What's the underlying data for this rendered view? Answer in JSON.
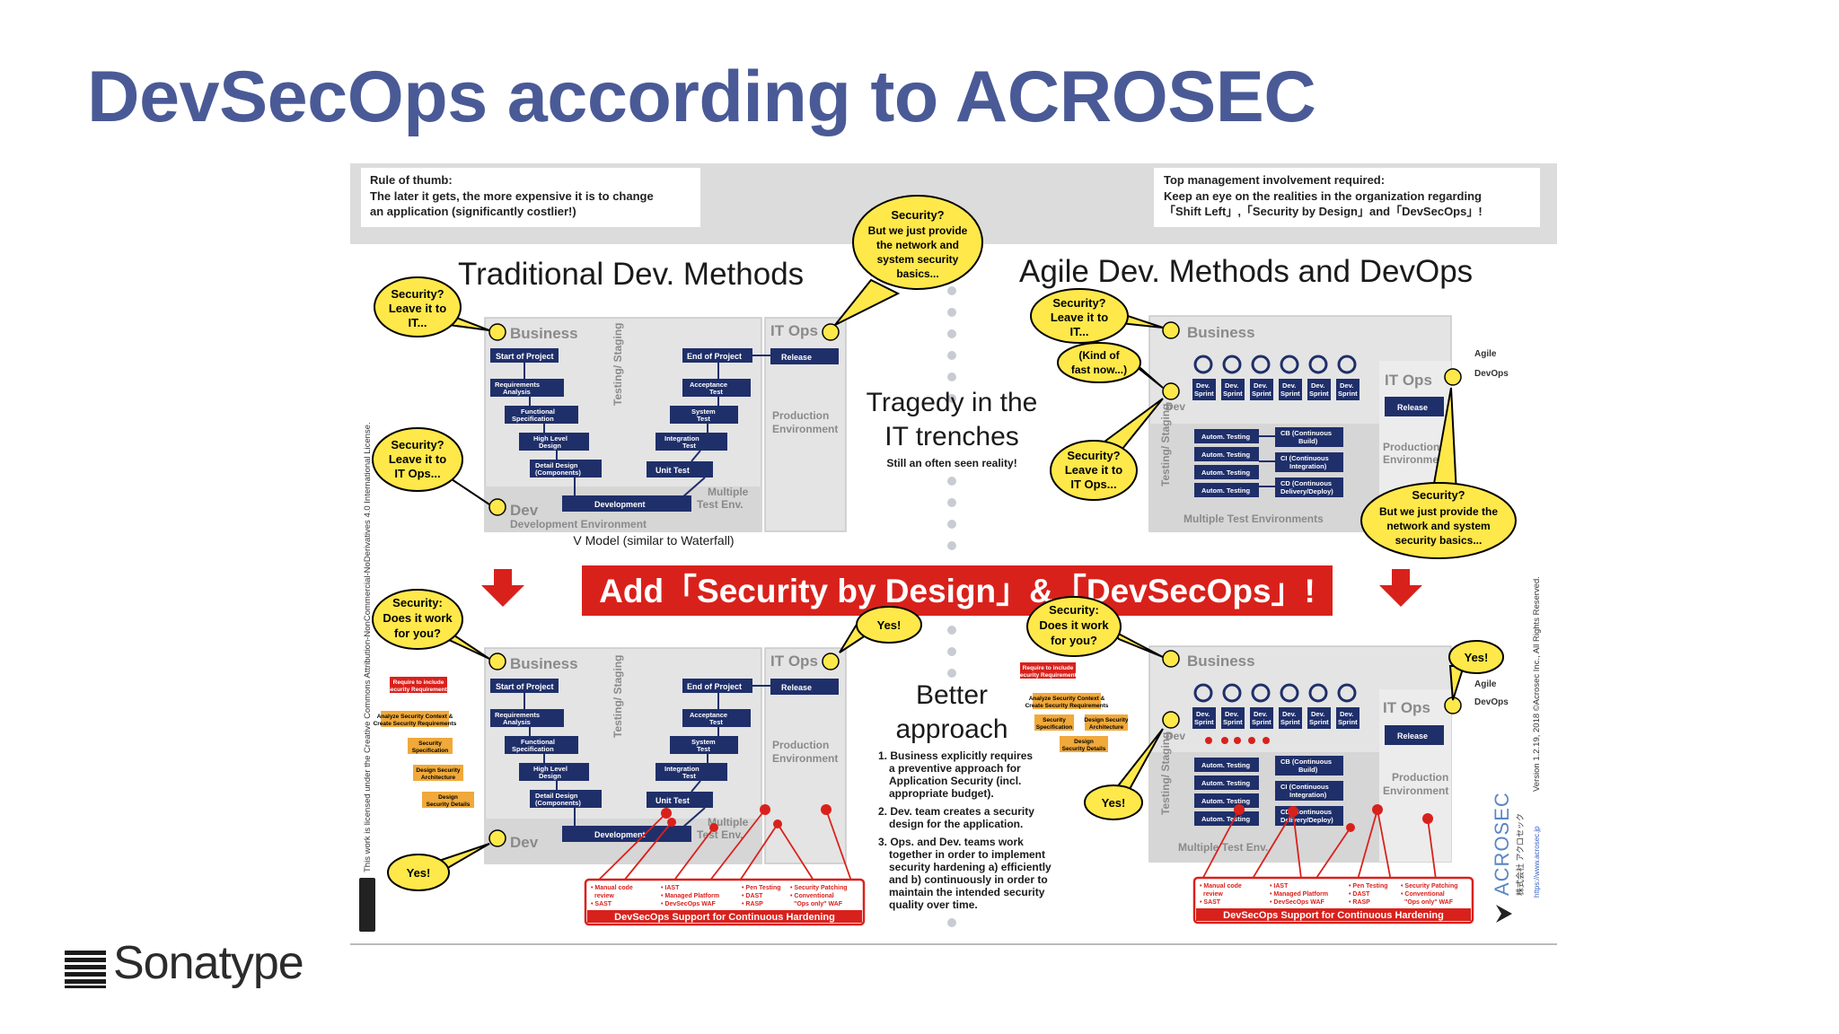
{
  "slide": {
    "title": "DevSecOps according to ACROSEC",
    "brand": "Sonatype"
  },
  "colors": {
    "title": "#4a5a96",
    "navy_box": "#1f2f6a",
    "bubble_yellow": "#ffe84a",
    "red_banner": "#d9211c",
    "panel_gray": "#e4e4e4",
    "orange_box": "#f0a93a"
  },
  "top_notes": {
    "left_line1": "Rule of thumb:",
    "left_line2": "The later it gets, the more expensive it is to change",
    "left_line3": "an application (significantly costlier!)",
    "right_line1": "Top management involvement required:",
    "right_line2": "Keep an eye on the realities in the organization regarding",
    "right_line3": "「Shift Left」,「Security by Design」and「DevSecOps」!"
  },
  "headings": {
    "traditional": "Traditional Dev. Methods",
    "agile": "Agile Dev. Methods and DevOps",
    "tragedy1": "Tragedy in the",
    "tragedy2": "IT trenches",
    "tragedy_sub": "Still an often seen reality!",
    "vmodel": "V Model (similar to Waterfall)",
    "banner": "Add「Security by Design」&「DevSecOps」!",
    "better1": "Better",
    "better2": "approach"
  },
  "lanes": {
    "business": "Business",
    "it_ops": "IT Ops",
    "dev": "Dev",
    "dev_env": "Development Environment",
    "testing_staging": "Testing/ Staging",
    "production1": "Production",
    "production2": "Environment",
    "multiple1": "Multiple",
    "multiple2": "Test Env.",
    "multi_test_envs": "Multiple Test Environments",
    "multi_test_env": "Multiple Test Env.",
    "agile": "Agile",
    "devops": "DevOps"
  },
  "vmodel_boxes": {
    "start": "Start of Project",
    "end": "End of Project",
    "release": "Release",
    "req1": "Requirements",
    "req2": "Analysis",
    "func1": "Functional",
    "func2": "Specification",
    "hld1": "High Level",
    "hld2": "Design",
    "dd1": "Detail Design",
    "dd2": "(Components)",
    "development": "Development",
    "acc1": "Acceptance",
    "acc2": "Test",
    "sys1": "System",
    "sys2": "Test",
    "int1": "Integration",
    "int2": "Test",
    "unit": "Unit Test"
  },
  "agile_boxes": {
    "sprint1": "Dev.",
    "sprint2": "Sprint",
    "release": "Release",
    "autom": "Autom. Testing",
    "cb1": "CB (Continuous",
    "cb2": "Build)",
    "ci1": "CI (Continuous",
    "ci2": "Integration)",
    "cd1": "CD (Continuous",
    "cd2": "Delivery/Deploy)"
  },
  "bubbles": {
    "sec_q": "Security?",
    "network1": "But we just provide",
    "network2": "the network and",
    "network3": "system security",
    "network4": "basics...",
    "leave_it1": "Leave it to",
    "leave_it2": "IT...",
    "leave_ops2": "IT Ops...",
    "kind1": "(Kind of",
    "kind2": "fast now...)",
    "but_agile1": "But we just provide the",
    "but_agile2": "network and system",
    "but_agile3": "security basics...",
    "sec_colon": "Security:",
    "does_work1": "Does it work",
    "does_work2": "for you?",
    "yes": "Yes!"
  },
  "better_steps": {
    "s1a": "1. Business explicitly requires",
    "s1b": "a preventive approach for",
    "s1c": "Application Security (incl.",
    "s1d": "appropriate budget).",
    "s2a": "2. Dev. team creates a security",
    "s2b": "design for the application.",
    "s3a": "3. Ops. and Dev. teams work",
    "s3b": "together in order to implement",
    "s3c": "security hardening a) efficiently",
    "s3d": "and b) continuously in order to",
    "s3e": "maintain the intended security",
    "s3f": "quality over time."
  },
  "security_boxes": {
    "req_incl1": "Require to include",
    "req_incl2": "Security Requirements",
    "analyze1": "Analyze Security Context &",
    "analyze2": "Create Security Requirements",
    "spec1": "Security",
    "spec2": "Specification",
    "arch1": "Design Security",
    "arch2": "Architecture",
    "det1": "Design",
    "det2": "Security Details"
  },
  "hardening": {
    "c1a": "• Manual code",
    "c1b": "review",
    "c1c": "• SAST",
    "c2a": "• IAST",
    "c2b": "• Managed Platform",
    "c2c": "• DevSecOps WAF",
    "c3a": "• Pen Testing",
    "c3b": "• DAST",
    "c3c": "• RASP",
    "c4a": "• Security Patching",
    "c4b": "• Conventional",
    "c4c": "\"Ops only\" WAF",
    "label": "DevSecOps Support for Continuous Hardening"
  },
  "side_text": {
    "license": "This work is licensed under the Creative Commons Attribution-NonCommercial-NoDerivatives 4.0 International License.",
    "version": "Version 1.2.19, 2018 ©Acrosec Inc., All Rights Reserved.",
    "acrosec": "ACROSEC",
    "acrosec_jp": "株式会社 アクロセック",
    "url": "https://www.acrosec.jp"
  }
}
